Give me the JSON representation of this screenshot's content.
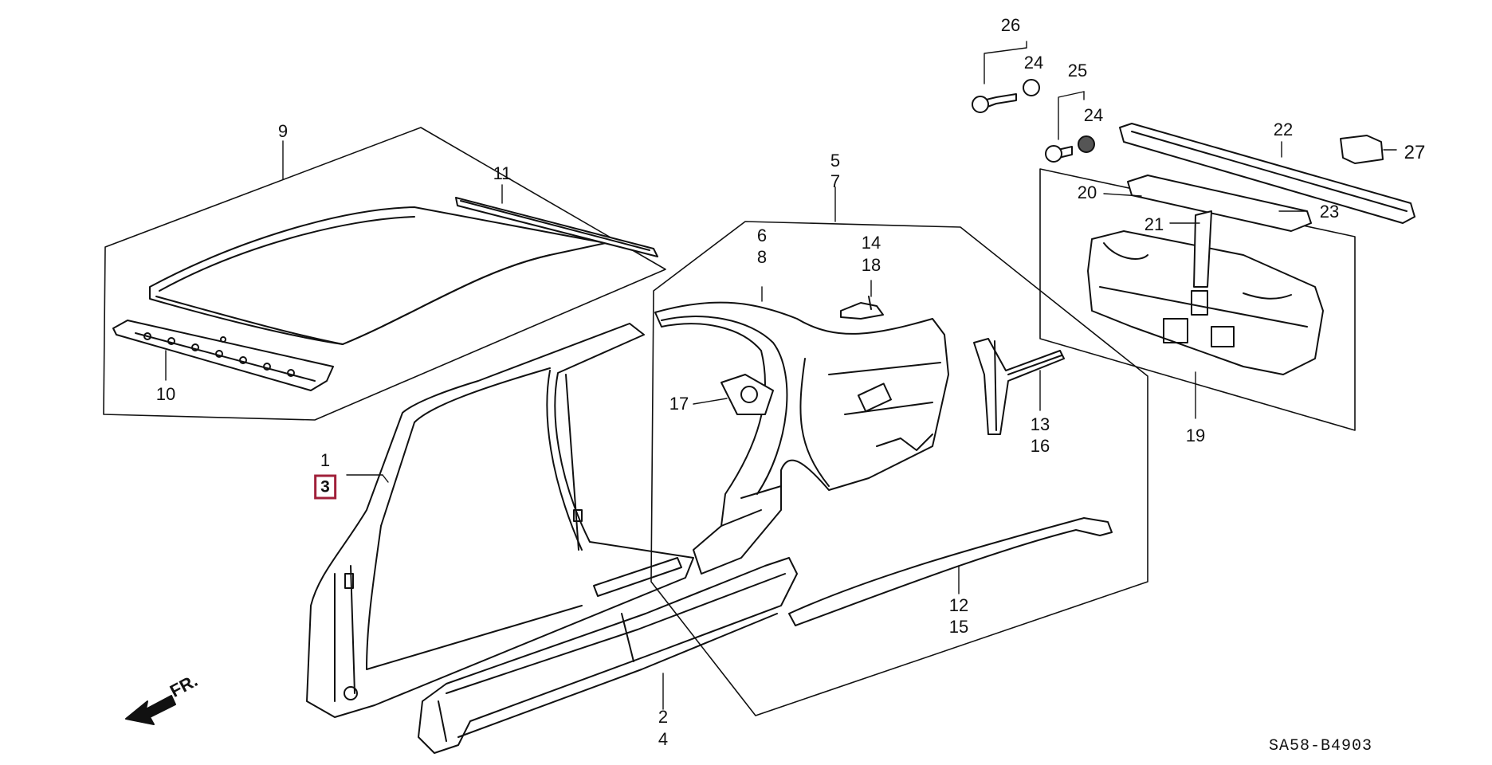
{
  "diagram_code": "SA58-B4903",
  "front_label": "FR.",
  "highlight_color": "#a0203a",
  "callouts": {
    "c1": "1",
    "c3": "3",
    "c2": "2",
    "c4": "4",
    "c5": "5",
    "c7": "7",
    "c6": "6",
    "c8": "8",
    "c9": "9",
    "c10": "10",
    "c11": "11",
    "c12": "12",
    "c15": "15",
    "c13": "13",
    "c16": "16",
    "c14": "14",
    "c18": "18",
    "c17": "17",
    "c19": "19",
    "c20": "20",
    "c21": "21",
    "c22": "22",
    "c23": "23",
    "c24a": "24",
    "c24b": "24",
    "c25": "25",
    "c26": "26",
    "c27": "27"
  }
}
